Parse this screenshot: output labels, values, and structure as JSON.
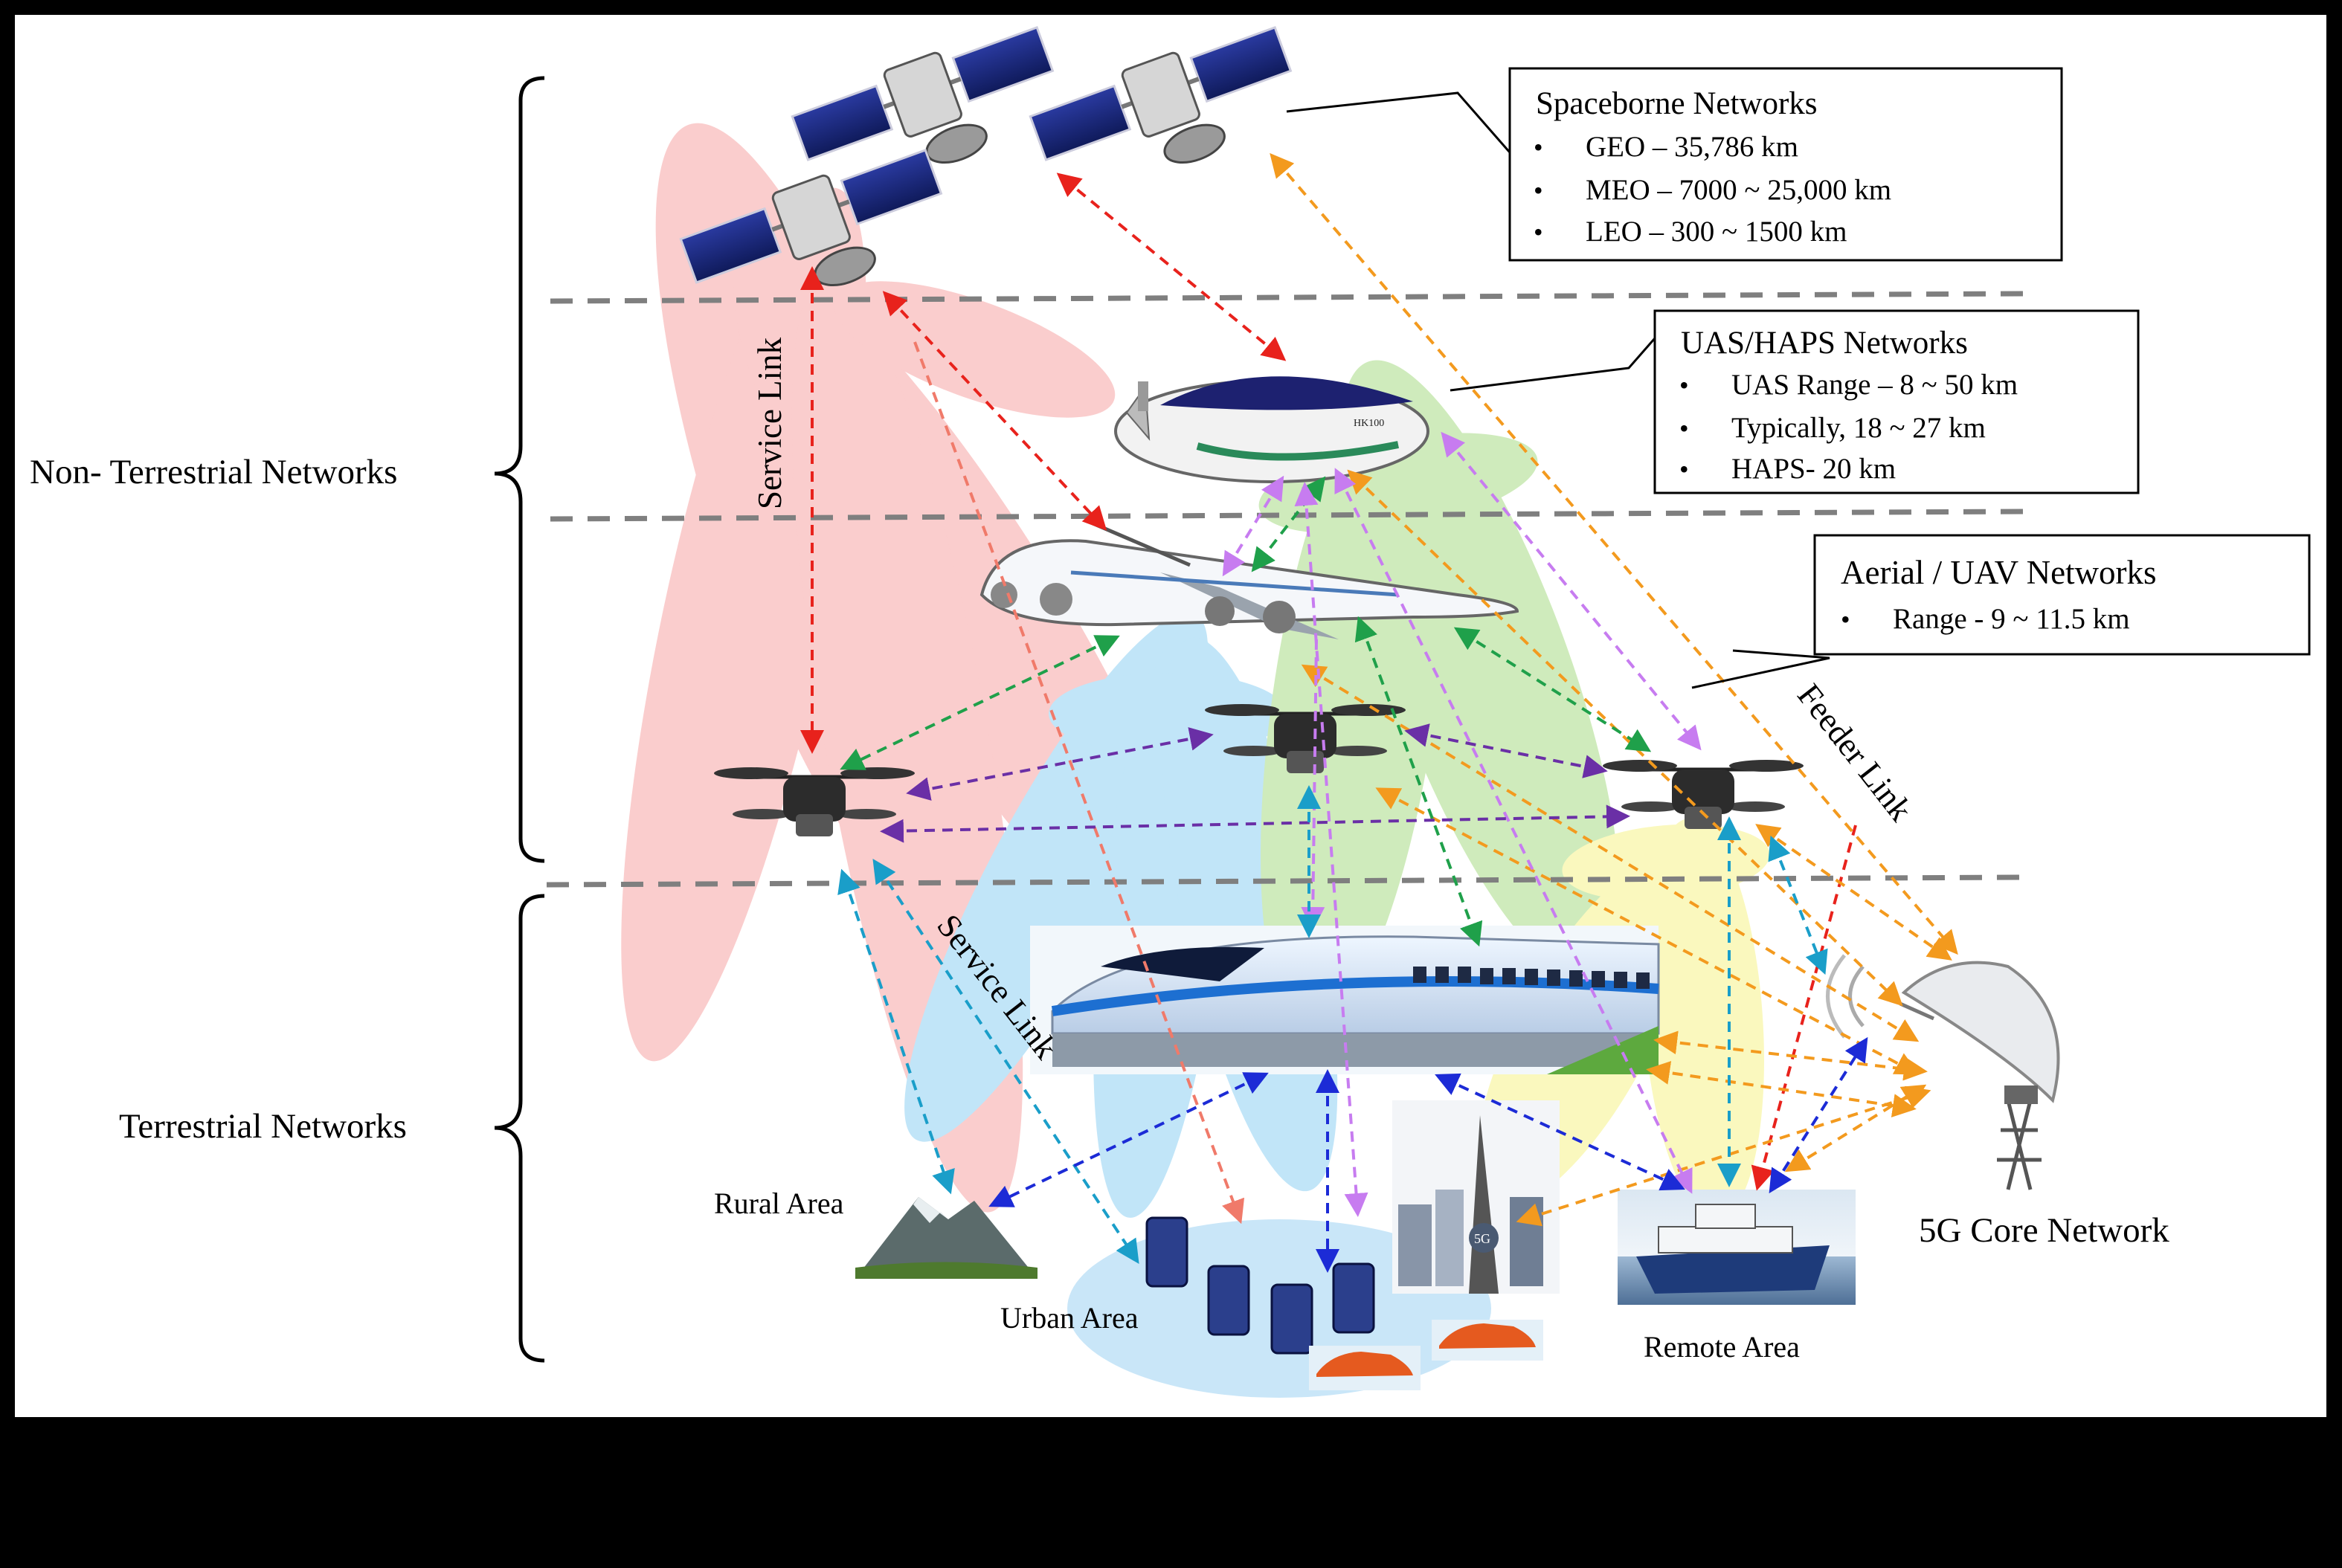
{
  "layers": {
    "non_terrestrial_label": "Non- Terrestrial Networks",
    "terrestrial_label": "Terrestrial Networks"
  },
  "boxes": {
    "spaceborne": {
      "title": "Spaceborne Networks",
      "items": [
        "GEO – 35,786 km",
        "MEO – 7000 ~ 25,000 km",
        "LEO – 300 ~ 1500 km"
      ]
    },
    "uas_haps": {
      "title": "UAS/HAPS Networks",
      "items": [
        "UAS Range – 8 ~ 50 km",
        "Typically,  18 ~ 27 km",
        "HAPS- 20 km"
      ]
    },
    "aerial_uav": {
      "title": "Aerial / UAV Networks",
      "items": [
        "Range - 9 ~ 11.5 km"
      ]
    }
  },
  "links": {
    "service_link_vertical": "Service Link",
    "service_link_diagonal": "Service Link",
    "feeder_link": "Feeder Link"
  },
  "areas": {
    "rural": "Rural Area",
    "urban": "Urban Area",
    "remote": "Remote Area",
    "core": "5G Core Network"
  },
  "haps_mark": "HK100",
  "tower_mark": "5G",
  "colors": {
    "background_panel": "#ffffff",
    "outer": "#000000",
    "layer_separator": "#7f7f7f",
    "arrow_red": "#e8221c",
    "arrow_orange": "#f39a1e",
    "arrow_green": "#1fa04a",
    "arrow_purple": "#6a2fa6",
    "arrow_violet": "#c77cf0",
    "arrow_cyan": "#1a9ec9",
    "arrow_blue": "#1c2bd6",
    "arrow_salmon": "#f07a6a",
    "beam_red": "#f6a5a5",
    "beam_blue": "#8fd0f3",
    "beam_green": "#a9dc86",
    "beam_yellow": "#f6f48a"
  }
}
